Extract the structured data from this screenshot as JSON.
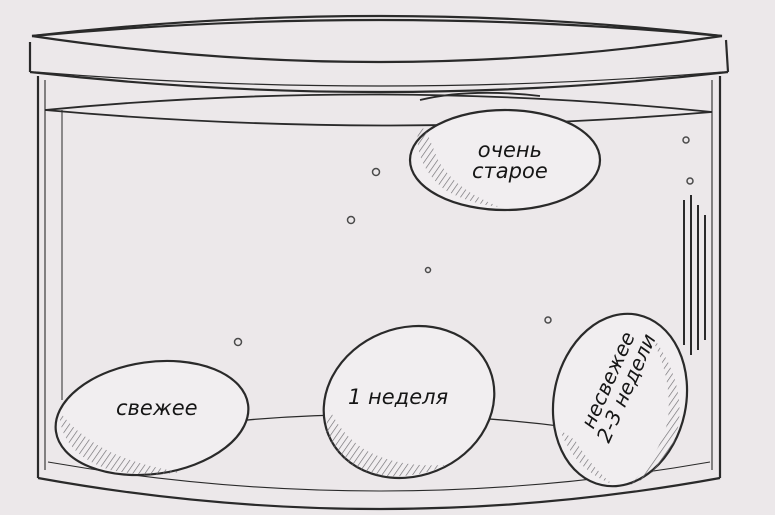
{
  "eggs": {
    "very_old": {
      "line1": "очень",
      "line2": "старое"
    },
    "fresh": {
      "label": "свежее"
    },
    "one_week": {
      "label": "1 неделя"
    },
    "stale": {
      "line1": "несвежее",
      "line2": "2-3 недели"
    }
  },
  "colors": {
    "paper": "#ece8ea",
    "ink": "#2a2a2a",
    "egg_fill": "#f1eef0",
    "egg_shade": "#8f8d90"
  }
}
